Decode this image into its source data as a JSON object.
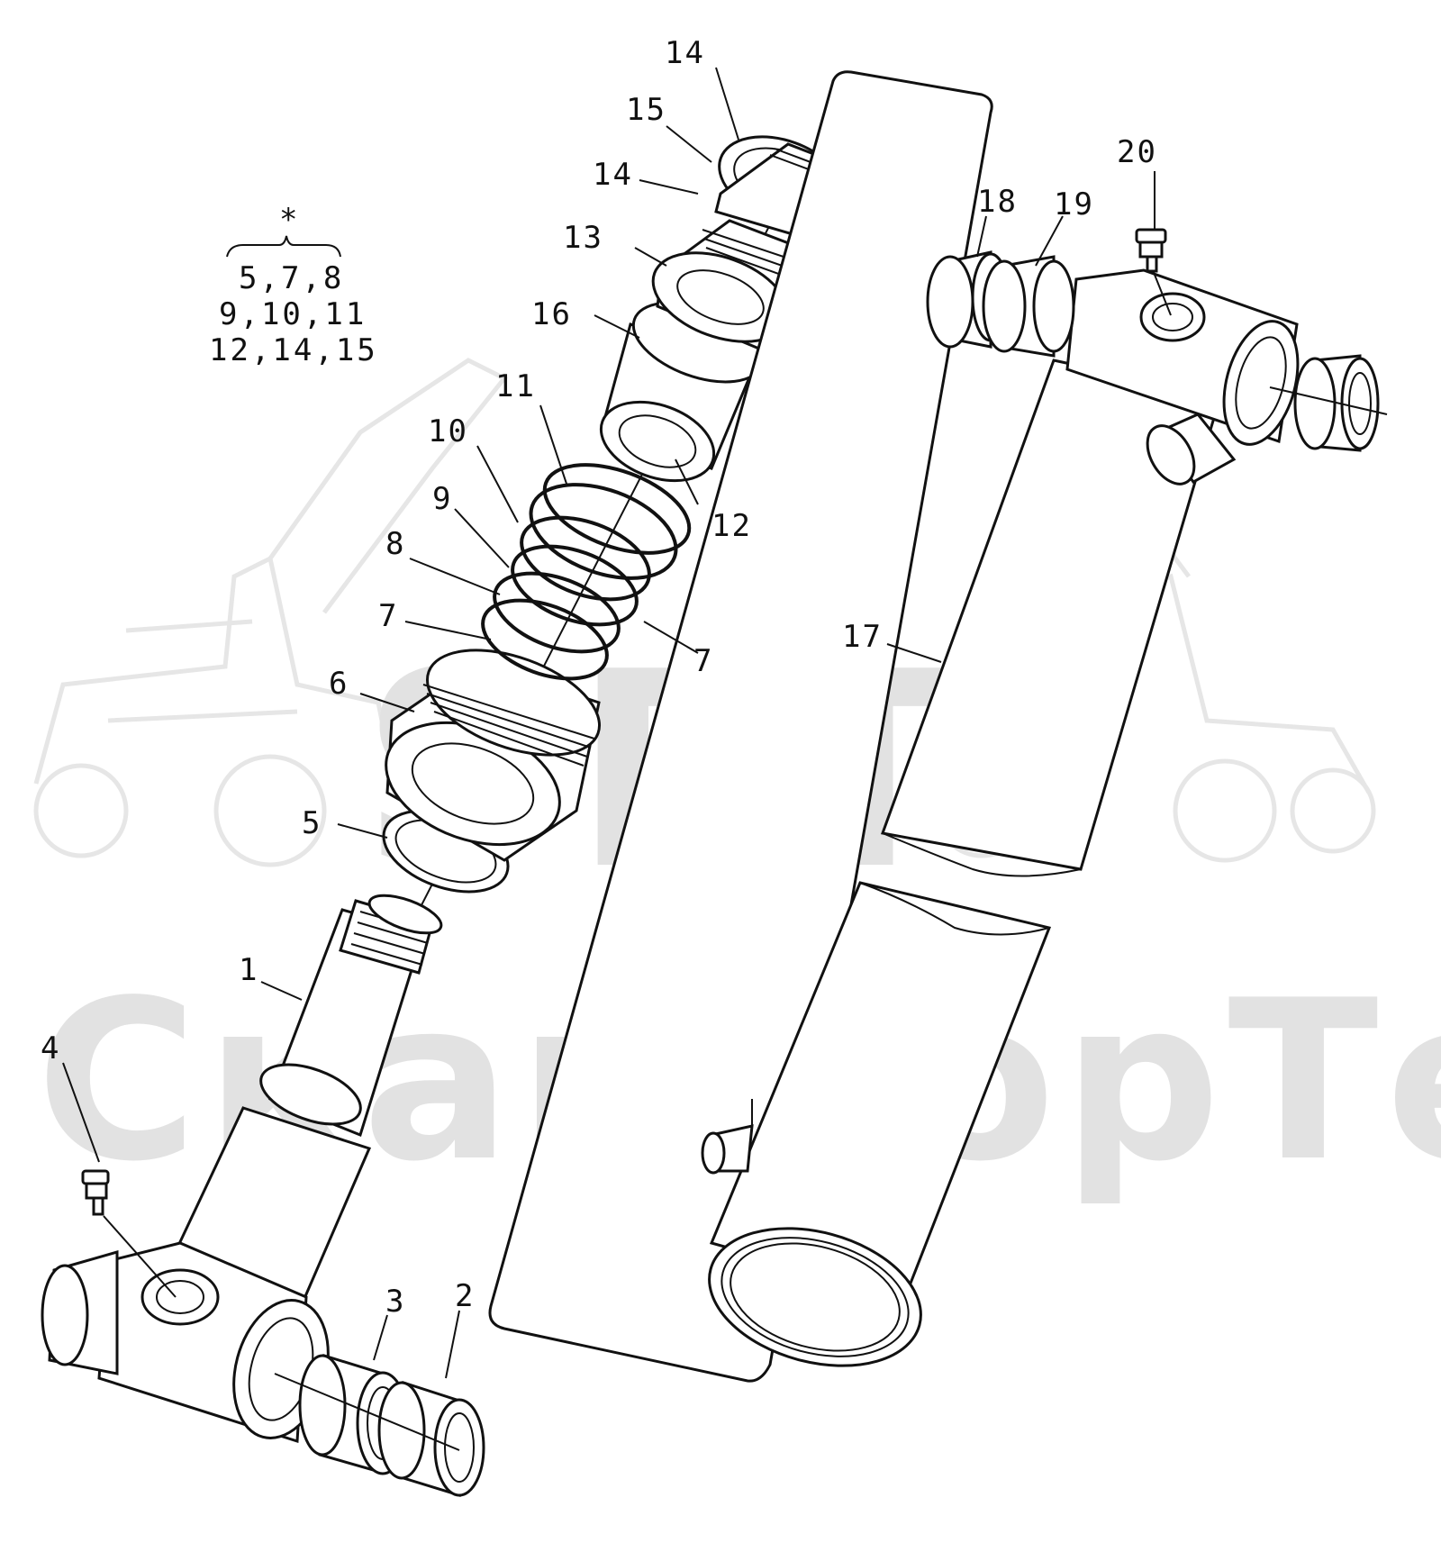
{
  "watermark": {
    "logo_text": "SFT",
    "brand_text": "СканФорТек"
  },
  "legend": {
    "asterisk": "*",
    "lines": [
      "5,7,8",
      "9,10,11",
      "12,14,15"
    ]
  },
  "callouts": [
    {
      "id": "c1",
      "label": "1"
    },
    {
      "id": "c2",
      "label": "2"
    },
    {
      "id": "c3",
      "label": "3"
    },
    {
      "id": "c4",
      "label": "4"
    },
    {
      "id": "c5",
      "label": "5"
    },
    {
      "id": "c6",
      "label": "6"
    },
    {
      "id": "c7a",
      "label": "7"
    },
    {
      "id": "c7b",
      "label": "7"
    },
    {
      "id": "c8",
      "label": "8"
    },
    {
      "id": "c9",
      "label": "9"
    },
    {
      "id": "c10",
      "label": "10"
    },
    {
      "id": "c11",
      "label": "11"
    },
    {
      "id": "c12",
      "label": "12"
    },
    {
      "id": "c13",
      "label": "13"
    },
    {
      "id": "c14a",
      "label": "14"
    },
    {
      "id": "c14b",
      "label": "14"
    },
    {
      "id": "c15",
      "label": "15"
    },
    {
      "id": "c16",
      "label": "16"
    },
    {
      "id": "c17",
      "label": "17"
    },
    {
      "id": "c18",
      "label": "18"
    },
    {
      "id": "c19",
      "label": "19"
    },
    {
      "id": "c20",
      "label": "20"
    }
  ],
  "colors": {
    "line": "#111111",
    "watermark": "#e2e2e2",
    "background": "#ffffff"
  }
}
